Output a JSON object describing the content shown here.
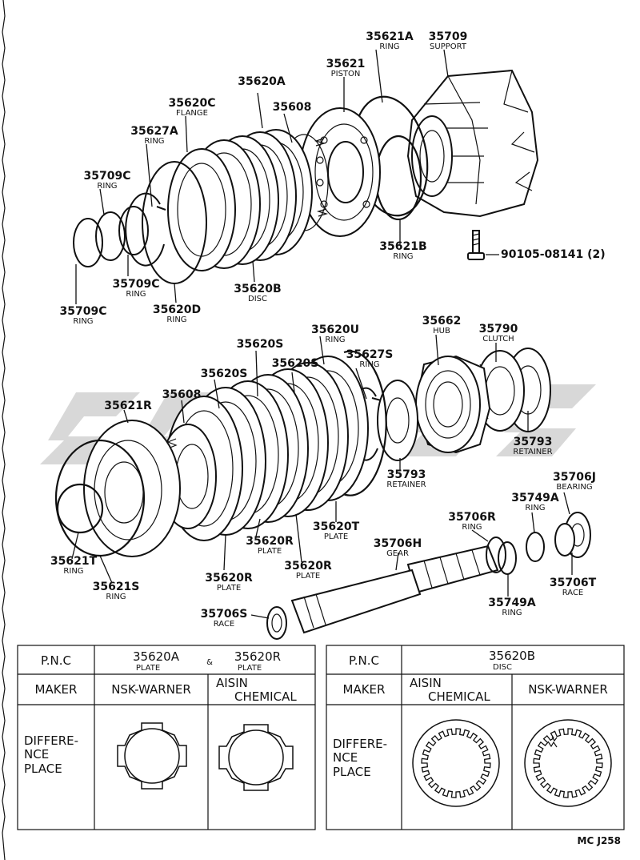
{
  "labels": [
    {
      "id": "35621A",
      "pn": "35621A",
      "name": "RING"
    },
    {
      "id": "35709",
      "pn": "35709",
      "name": "SUPPORT"
    },
    {
      "id": "35621",
      "pn": "35621",
      "name": "PISTON"
    },
    {
      "id": "35620A-top",
      "pn": "35620A",
      "name": ""
    },
    {
      "id": "35620C",
      "pn": "35620C",
      "name": "FLANGE"
    },
    {
      "id": "35608-top",
      "pn": "35608",
      "name": ""
    },
    {
      "id": "35627A",
      "pn": "35627A",
      "name": "RING"
    },
    {
      "id": "35709C-a",
      "pn": "35709C",
      "name": "RING"
    },
    {
      "id": "35709C-b",
      "pn": "35709C",
      "name": "RING"
    },
    {
      "id": "35709C-c",
      "pn": "35709C",
      "name": "RING"
    },
    {
      "id": "35620D",
      "pn": "35620D",
      "name": "RING"
    },
    {
      "id": "35620B",
      "pn": "35620B",
      "name": "DISC"
    },
    {
      "id": "35621B",
      "pn": "35621B",
      "name": "RING"
    },
    {
      "id": "90105",
      "pn": "90105-08141 (2)",
      "name": ""
    },
    {
      "id": "35620U",
      "pn": "35620U",
      "name": "RING"
    },
    {
      "id": "35662",
      "pn": "35662",
      "name": "HUB"
    },
    {
      "id": "35790",
      "pn": "35790",
      "name": "CLUTCH"
    },
    {
      "id": "35620S-a",
      "pn": "35620S",
      "name": ""
    },
    {
      "id": "35620S-b",
      "pn": "35620S",
      "name": ""
    },
    {
      "id": "35620S-c",
      "pn": "35620S",
      "name": ""
    },
    {
      "id": "35627S",
      "pn": "35627S",
      "name": "RING"
    },
    {
      "id": "35621R",
      "pn": "35621R",
      "name": ""
    },
    {
      "id": "35608-bot",
      "pn": "35608",
      "name": ""
    },
    {
      "id": "35793-a",
      "pn": "35793",
      "name": "RETAINER"
    },
    {
      "id": "35793-b",
      "pn": "35793",
      "name": "RETAINER"
    },
    {
      "id": "35706J",
      "pn": "35706J",
      "name": "BEARING"
    },
    {
      "id": "35749A-a",
      "pn": "35749A",
      "name": "RING"
    },
    {
      "id": "35706R",
      "pn": "35706R",
      "name": "RING"
    },
    {
      "id": "35620T",
      "pn": "35620T",
      "name": "PLATE"
    },
    {
      "id": "35620R-a",
      "pn": "35620R",
      "name": "PLATE"
    },
    {
      "id": "35706H",
      "pn": "35706H",
      "name": "GEAR"
    },
    {
      "id": "35620R-b",
      "pn": "35620R",
      "name": "PLATE"
    },
    {
      "id": "35620R-c",
      "pn": "35620R",
      "name": "PLATE"
    },
    {
      "id": "35621T",
      "pn": "35621T",
      "name": "RING"
    },
    {
      "id": "35621S",
      "pn": "35621S",
      "name": "RING"
    },
    {
      "id": "35706T",
      "pn": "35706T",
      "name": "RACE"
    },
    {
      "id": "35749A-b",
      "pn": "35749A",
      "name": "RING"
    },
    {
      "id": "35706S",
      "pn": "35706S",
      "name": "RACE"
    }
  ],
  "table_left": {
    "pnc_header": "P.N.C",
    "part_a": "35620A",
    "part_a_name": "PLATE",
    "amp": "&",
    "part_b": "35620R",
    "part_b_name": "PLATE",
    "maker_header": "MAKER",
    "maker_1": "NSK-WARNER",
    "maker_2_line1": "AISIN",
    "maker_2_line2": "CHEMICAL",
    "diff_line1": "DIFFERE-",
    "diff_line2": "NCE",
    "diff_line3": "PLACE"
  },
  "table_right": {
    "pnc_header": "P.N.C",
    "part": "35620B",
    "part_name": "DISC",
    "maker_header": "MAKER",
    "maker_1_line1": "AISIN",
    "maker_1_line2": "CHEMICAL",
    "maker_2": "NSK-WARNER",
    "diff_line1": "DIFFERE-",
    "diff_line2": "NCE",
    "diff_line3": "PLACE"
  },
  "footer_code": "MC J258",
  "colors": {
    "ink": "#111111",
    "watermark": "#d8d8d8",
    "paper": "#ffffff"
  }
}
